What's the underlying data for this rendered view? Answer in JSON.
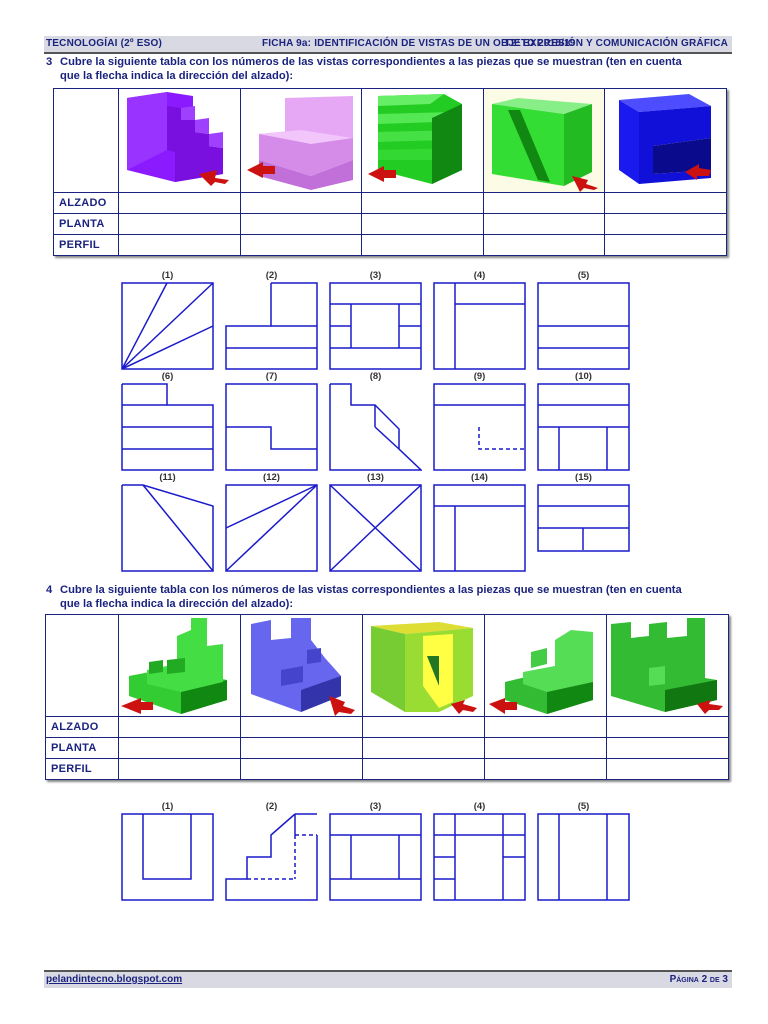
{
  "header": {
    "left": "TECNOLOGÍAI (2º ESO)",
    "center": "FICHA 9a: IDENTIFICACIÓN DE VISTAS DE UN OBJETO 2018/19",
    "right": "T2: EXPRESIÓN Y COMUNICACIÓN GRÁFICA"
  },
  "q3": {
    "number": "3",
    "line1": "Cubre la siguiente tabla con los números de las vistas correspondientes a las piezas que se muestran (ten en cuenta",
    "line2": "que la flecha indica la dirección del alzado):",
    "rows": [
      "ALZADO",
      "PLANTA",
      "PERFIL"
    ],
    "pieces": [
      {
        "color": "#8c1aff",
        "icon": "purple-stair-piece"
      },
      {
        "color": "#e6a8f5",
        "icon": "pink-step-piece"
      },
      {
        "color": "#22cc22",
        "icon": "green-stepped-piece"
      },
      {
        "color": "#33dd33",
        "icon": "green-sloped-block"
      },
      {
        "color": "#1a1aee",
        "icon": "blue-notched-block"
      }
    ],
    "views": [
      "(1)",
      "(2)",
      "(3)",
      "(4)",
      "(5)",
      "(6)",
      "(7)",
      "(8)",
      "(9)",
      "(10)",
      "(11)",
      "(12)",
      "(13)",
      "(14)",
      "(15)"
    ]
  },
  "q4": {
    "number": "4",
    "line1": "Cubre la siguiente tabla con los números de las vistas correspondientes a las piezas que se muestran (ten en cuenta",
    "line2": "que la flecha indica la dirección del alzado):",
    "rows": [
      "ALZADO",
      "PLANTA",
      "PERFIL"
    ],
    "pieces": [
      {
        "color": "#33cc33",
        "icon": "green-tower-piece"
      },
      {
        "color": "#6666ee",
        "icon": "blue-tower-piece"
      },
      {
        "color": "#99dd33",
        "icon": "yellow-green-cube"
      },
      {
        "color": "#44dd44",
        "icon": "green-stair-piece"
      },
      {
        "color": "#33bb33",
        "icon": "green-castle-piece"
      }
    ],
    "views": [
      "(1)",
      "(2)",
      "(3)",
      "(4)",
      "(5)"
    ]
  },
  "footer": {
    "link": "pelandintecno.blogspot.com",
    "page": "Página 2 de 3"
  }
}
